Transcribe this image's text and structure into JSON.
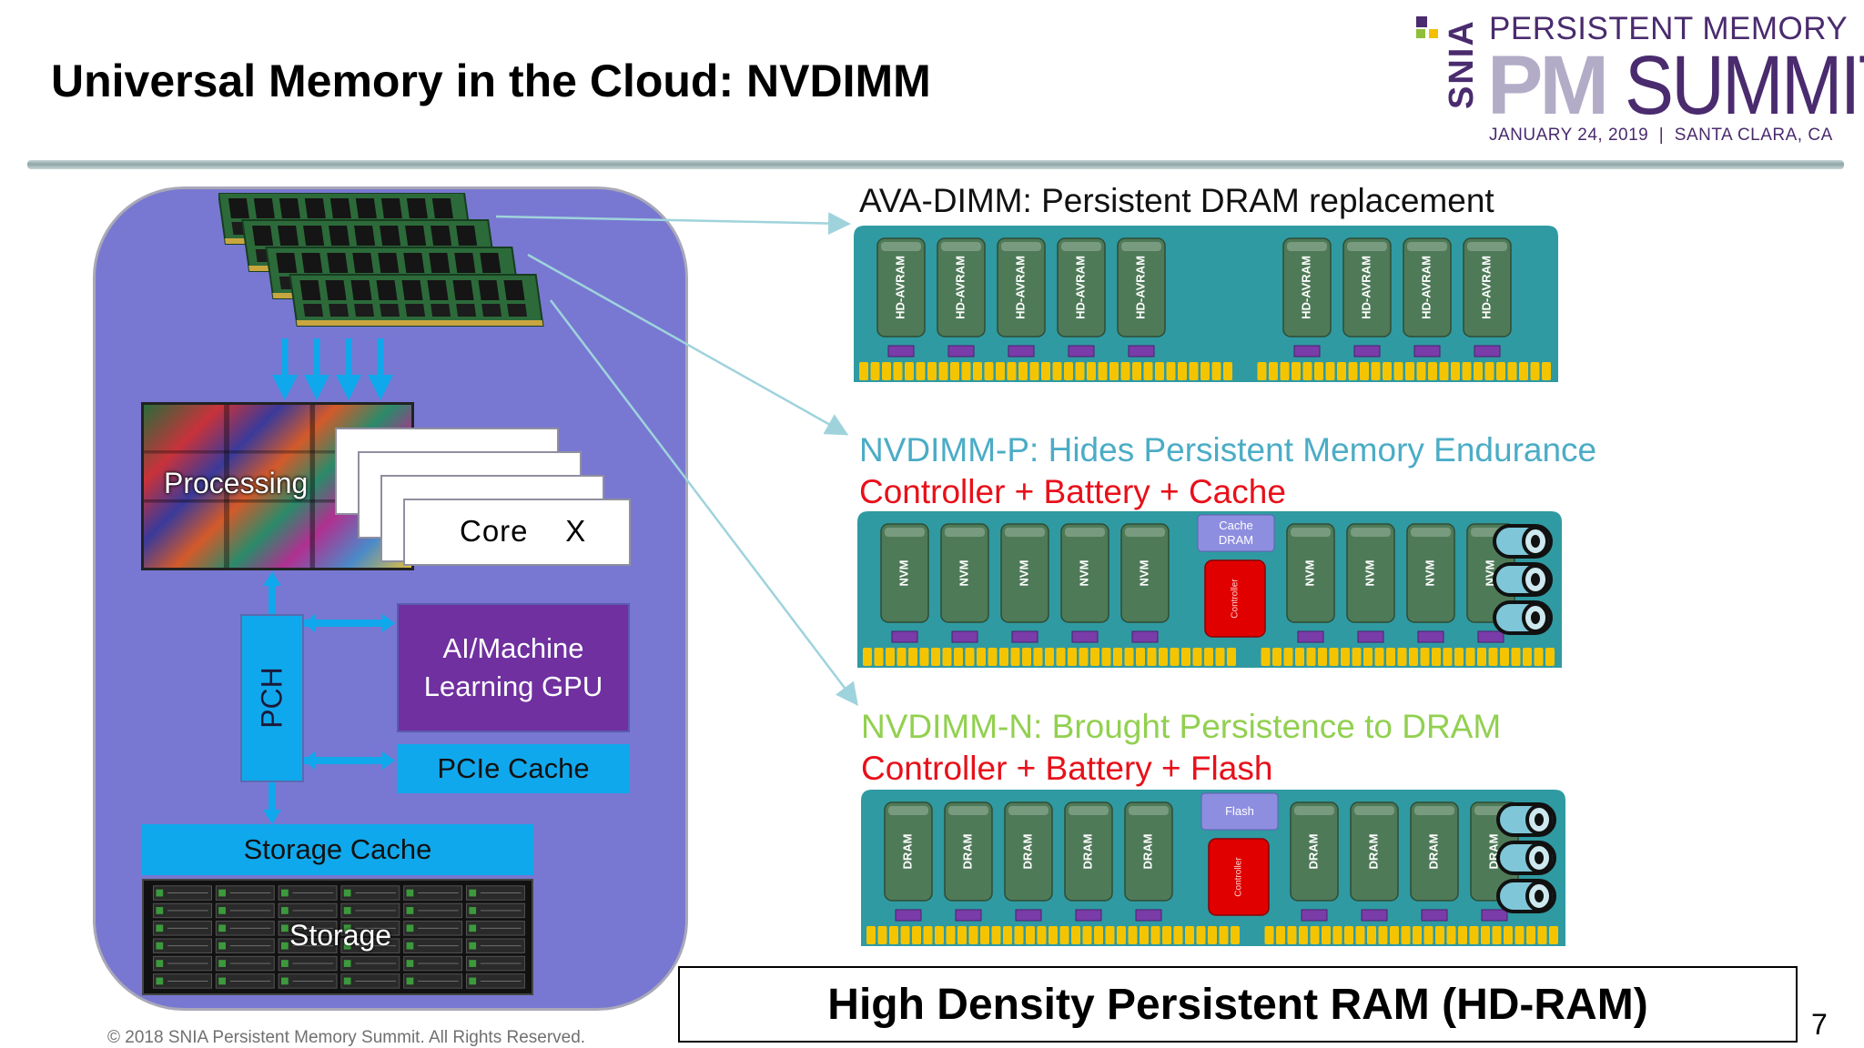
{
  "header": {
    "title": "Universal Memory in the Cloud: NVDIMM",
    "logo": {
      "org": "SNIA",
      "line1": "PERSISTENT MEMORY",
      "pm": "PM",
      "summit": "SUMMIT",
      "date_line": "JANUARY 24, 2019  |  SANTA CLARA, CA"
    }
  },
  "system": {
    "processing": "Processing",
    "core": "Core    X",
    "pch": "PCH",
    "gpu": "AI/Machine\nLearning GPU",
    "pcie_cache": "PCIe Cache",
    "storage_cache": "Storage Cache",
    "storage": "Storage"
  },
  "modules": {
    "ava": {
      "title": "AVA-DIMM: Persistent DRAM replacement",
      "chip_label": "HD-AVRAM",
      "chip_count": 9,
      "gap_after": 5
    },
    "nvdimm_p": {
      "title": "NVDIMM-P: Hides Persistent Memory Endurance",
      "subtitle": "Controller + Battery + Cache",
      "chip_label": "NVM",
      "chip_count": 9,
      "gap_after": 5,
      "buffer_label": "Cache DRAM",
      "controller_label": "Controller"
    },
    "nvdimm_n": {
      "title": "NVDIMM-N: Brought Persistence to DRAM",
      "subtitle": "Controller + Battery + Flash",
      "chip_label": "DRAM",
      "chip_count": 9,
      "gap_after": 5,
      "buffer_label": "Flash",
      "controller_label": "Controller"
    }
  },
  "colors": {
    "panel": "#7878d2",
    "pcb": "#2f9aa2",
    "chip": "#4f7a58",
    "pins": "#f5c400",
    "controller": "#e00000",
    "accent_blue": "#10a8ec",
    "gpu": "#7030a0"
  },
  "banner": "High Density Persistent RAM (HD-RAM)",
  "footer": {
    "copyright": "© 2018 SNIA Persistent Memory Summit. All Rights Reserved.",
    "page": "7"
  }
}
